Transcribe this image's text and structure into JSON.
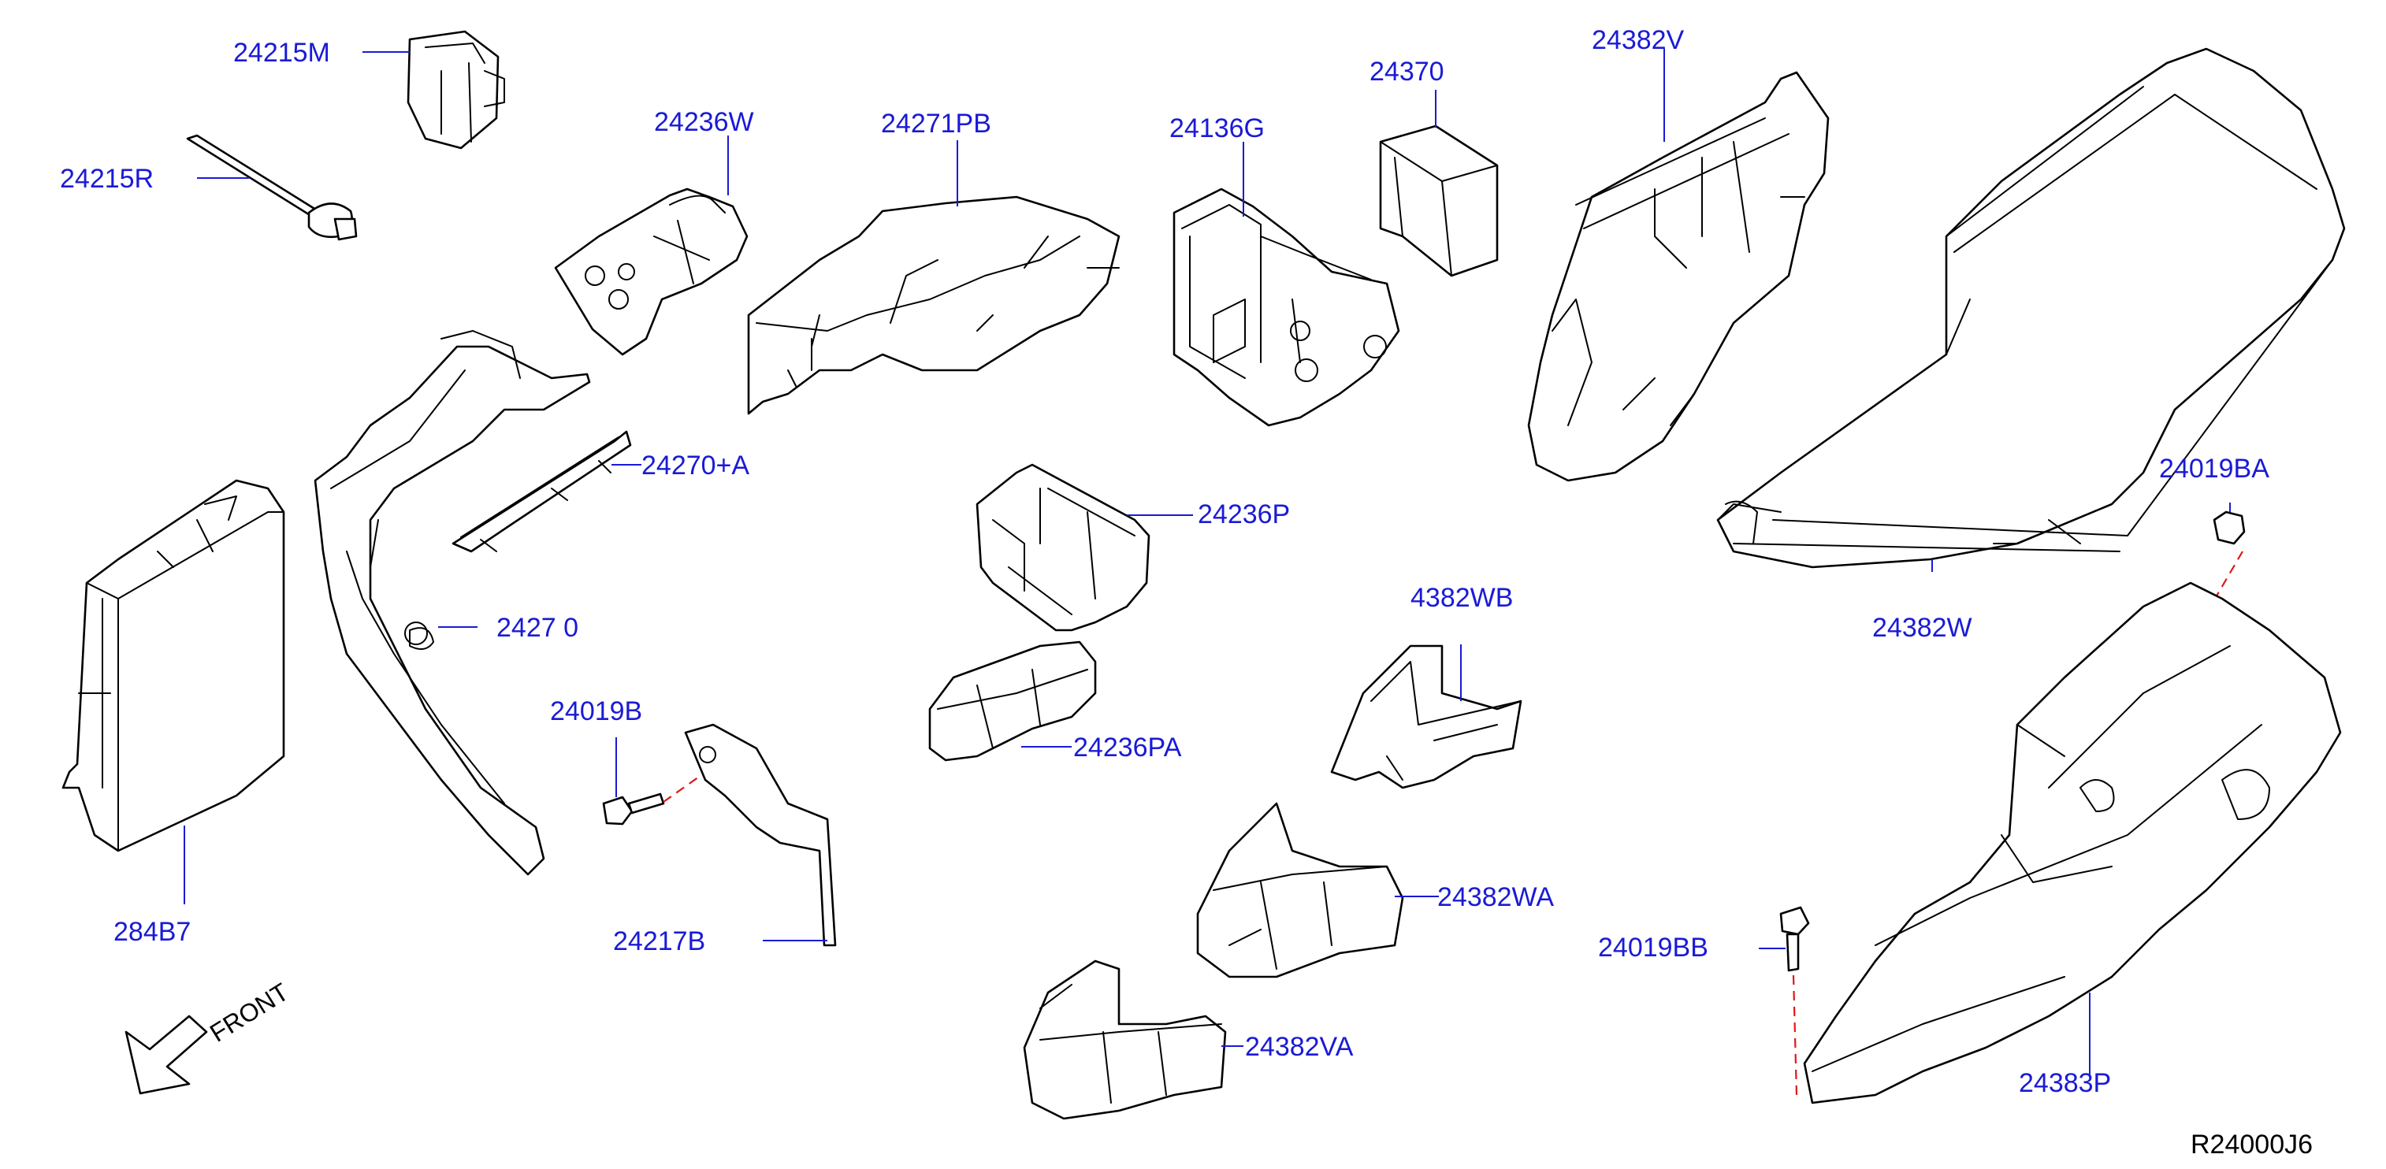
{
  "parts": [
    {
      "id": "24215M",
      "label": "24215M"
    },
    {
      "id": "24215R",
      "label": "24215R"
    },
    {
      "id": "24236W",
      "label": "24236W"
    },
    {
      "id": "24271PB",
      "label": "24271PB"
    },
    {
      "id": "24136G",
      "label": "24136G"
    },
    {
      "id": "24370",
      "label": "24370"
    },
    {
      "id": "24382V",
      "label": "24382V"
    },
    {
      "id": "24270A",
      "label": "24270+A"
    },
    {
      "id": "24270",
      "label": "2427 0"
    },
    {
      "id": "24236P",
      "label": "24236P"
    },
    {
      "id": "24019BA",
      "label": "24019BA"
    },
    {
      "id": "24382WB",
      "label": "4382WB"
    },
    {
      "id": "24382W",
      "label": "24382W"
    },
    {
      "id": "24019B",
      "label": "24019B"
    },
    {
      "id": "24236PA",
      "label": "24236PA"
    },
    {
      "id": "284B7",
      "label": "284B7"
    },
    {
      "id": "24217B",
      "label": "24217B"
    },
    {
      "id": "24382WA",
      "label": "24382WA"
    },
    {
      "id": "24019BB",
      "label": "24019BB"
    },
    {
      "id": "24382VA",
      "label": "24382VA"
    },
    {
      "id": "24383P",
      "label": "24383P"
    }
  ],
  "front_label": "FRONT",
  "diagram_ref": "R24000J6",
  "colors": {
    "label": "#1a1ad6",
    "line": "#000000",
    "dash": "#e01818"
  }
}
